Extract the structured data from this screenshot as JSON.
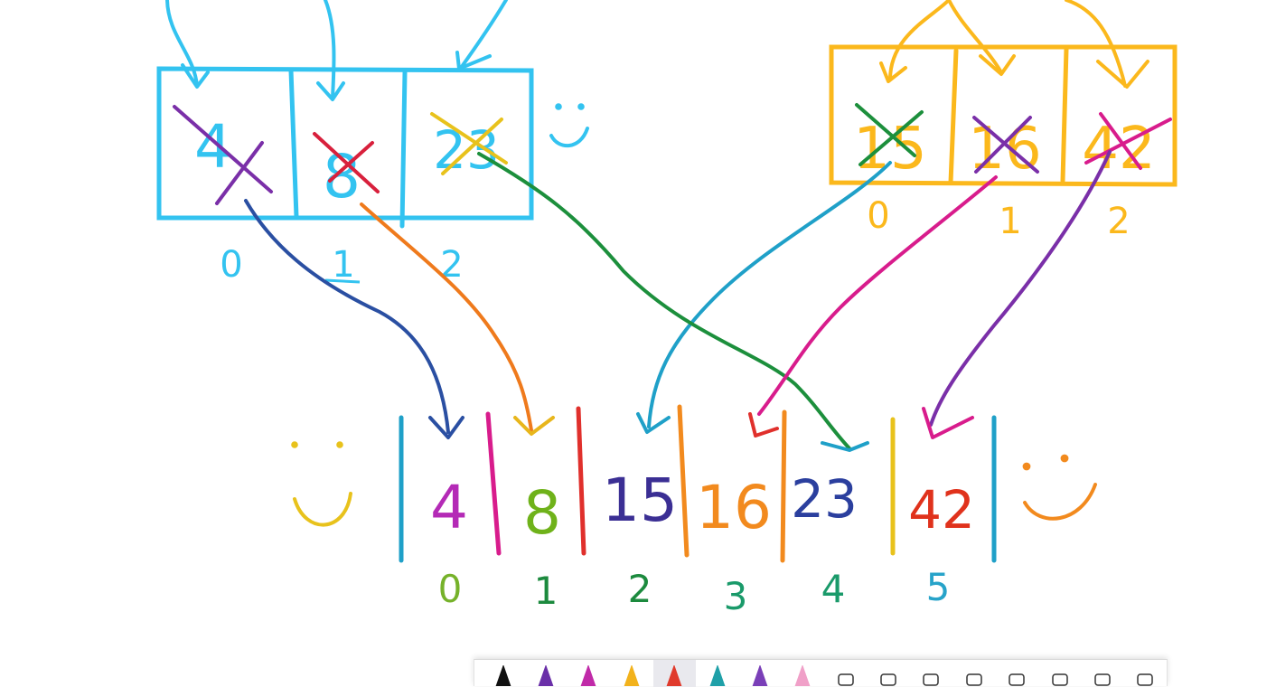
{
  "left_array": {
    "values": [
      "4",
      "8",
      "23"
    ],
    "indices": [
      "0",
      "1",
      "2"
    ],
    "color": "#33c3f0"
  },
  "right_array": {
    "values": [
      "15",
      "16",
      "42"
    ],
    "indices": [
      "0",
      "1",
      "2"
    ],
    "color": "#fbb81c"
  },
  "merged_array": {
    "values": [
      "4",
      "8",
      "15",
      "16",
      "23",
      "42"
    ],
    "indices": [
      "0",
      "1",
      "2",
      "3",
      "4",
      "5"
    ],
    "value_colors": [
      "#b42ab6",
      "#6fb21a",
      "#3b2f94",
      "#f28a1e",
      "#2b3f9e",
      "#e0321c"
    ],
    "index_colors": [
      "#76b22a",
      "#1c8a3e",
      "#1c8a3e",
      "#1a9a6a",
      "#1a9a6a",
      "#27a3c9"
    ]
  },
  "arrow_colors": [
    "#2a4fa2",
    "#ef7a1c",
    "#1c8f3c",
    "#1fa0c8",
    "#e0302c",
    "#7a2fa8"
  ],
  "toolbar": {
    "tools": [
      {
        "icon": "pen-black-icon",
        "color": "#111111"
      },
      {
        "icon": "pen-purple-icon",
        "color": "#6a2fa8"
      },
      {
        "icon": "pen-magenta-icon",
        "color": "#c02aa8"
      },
      {
        "icon": "pen-yellow-icon",
        "color": "#f2b21c"
      },
      {
        "icon": "pen-rainbow-icon",
        "color": "#e03a2c"
      },
      {
        "icon": "pen-teal-icon",
        "color": "#1fa0a8"
      },
      {
        "icon": "pencil-icon",
        "color": "#7a3fb8"
      },
      {
        "icon": "highlighter-icon",
        "color": "#f0a0c8"
      },
      {
        "icon": "eraser-icon",
        "color": "#333333"
      },
      {
        "icon": "lasso-icon",
        "color": "#333333"
      },
      {
        "icon": "ruler-icon",
        "color": "#333333"
      },
      {
        "icon": "shape-icon",
        "color": "#333333"
      },
      {
        "icon": "text-icon",
        "color": "#333333"
      },
      {
        "icon": "image-icon",
        "color": "#333333"
      },
      {
        "icon": "undo-icon",
        "color": "#333333"
      },
      {
        "icon": "redo-icon",
        "color": "#333333"
      }
    ],
    "active_index": 4
  }
}
